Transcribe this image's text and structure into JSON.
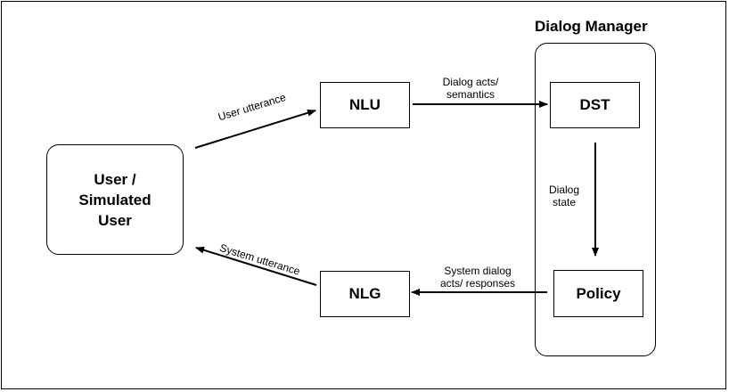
{
  "dialog_manager": {
    "title": "Dialog Manager"
  },
  "nodes": {
    "user": {
      "line1": "User /",
      "line2": "Simulated",
      "line3": "User"
    },
    "nlu": {
      "label": "NLU"
    },
    "nlg": {
      "label": "NLG"
    },
    "dst": {
      "label": "DST"
    },
    "policy": {
      "label": "Policy"
    }
  },
  "edges": {
    "user_to_nlu": {
      "label": "User utterance"
    },
    "nlu_to_dst": {
      "line1": "Dialog acts/",
      "line2": "semantics"
    },
    "dst_to_policy": {
      "line1": "Dialog",
      "line2": "state"
    },
    "policy_to_nlg": {
      "line1": "System dialog",
      "line2": "acts/ responses"
    },
    "nlg_to_user": {
      "label": "System utterance"
    }
  }
}
